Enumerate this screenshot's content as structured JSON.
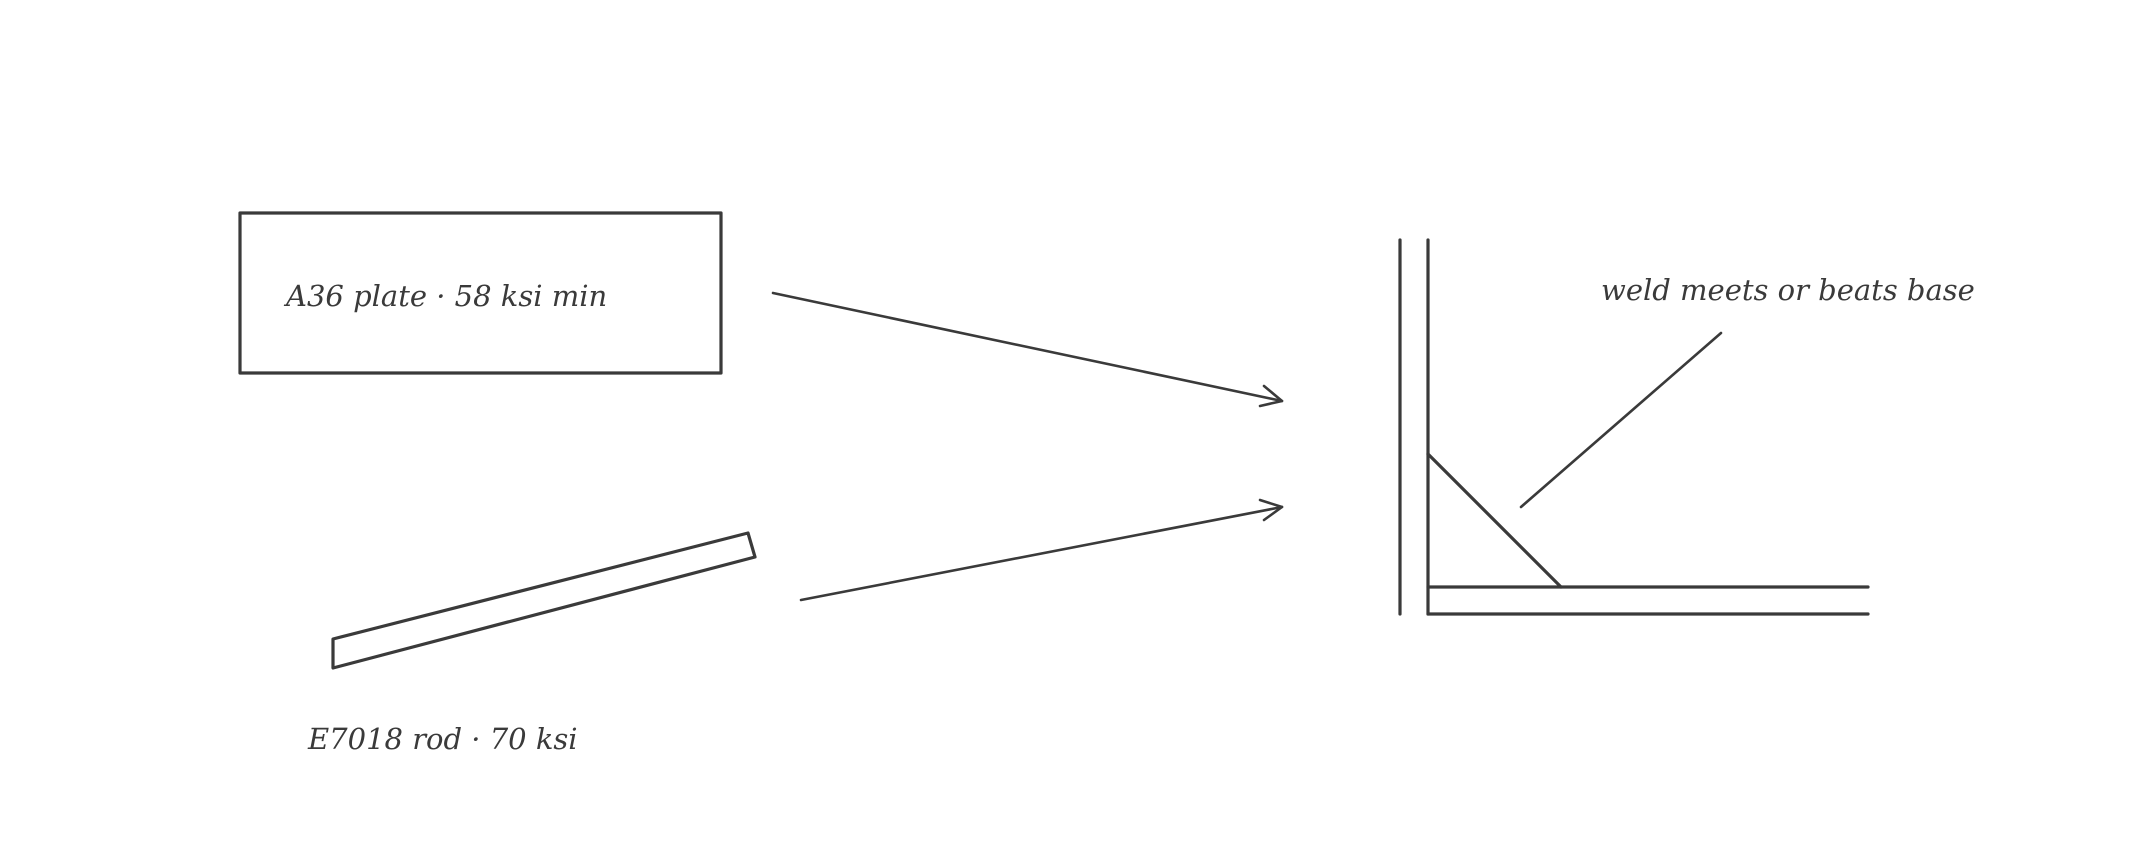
{
  "labels": {
    "plate": "A36 plate · 58 ksi min",
    "rod": "E7018 rod · 70 ksi",
    "weld": "weld meets or beats base"
  },
  "colors": {
    "ink": "#3a3a3a",
    "background": "#ffffff"
  }
}
